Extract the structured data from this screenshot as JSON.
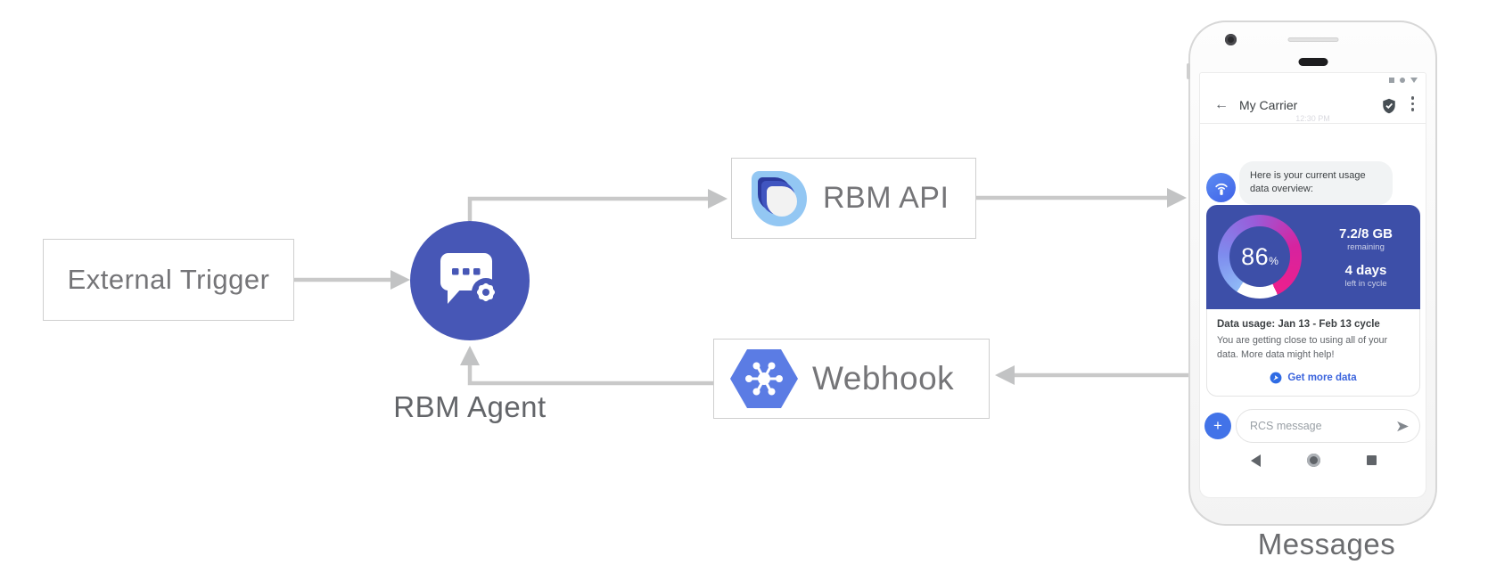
{
  "diagram": {
    "external_trigger": {
      "label": "External Trigger"
    },
    "rbm_agent": {
      "label": "RBM Agent",
      "icon": "chat-bubble-gear-icon",
      "color": "#4757b6"
    },
    "rbm_api": {
      "label": "RBM API",
      "icon": "rcs-droplet-logo"
    },
    "webhook": {
      "label": "Webhook",
      "icon": "cloud-hexagon-hub-logo",
      "color": "#5b7ce4"
    },
    "phone_caption": "Messages",
    "arrow_color": "#c9c9c9"
  },
  "phone": {
    "status_icons": [
      "square-icon",
      "circle-icon",
      "triangle-down-icon"
    ],
    "header": {
      "back_glyph": "←",
      "title": "My Carrier",
      "verified_icon": "shield-check-icon",
      "menu_icon": "kebab-menu-icon",
      "timestamp": "12:30 PM"
    },
    "agent_message": {
      "avatar_icon": "hotspot-wifi-icon",
      "text": "Here is your current usage data overview:"
    },
    "usage_card": {
      "gauge": {
        "percent": "86",
        "percent_symbol": "%",
        "remaining_value": "7.2/8 GB",
        "remaining_label": "remaining",
        "days_value": "4 days",
        "days_label": "left in cycle",
        "banner_color": "#3d4fa8",
        "arc_colors": [
          "#8fb9f6",
          "#9a5bd9",
          "#ee1f8c",
          "#ffffff"
        ]
      },
      "title": "Data usage: Jan 13 - Feb 13 cycle",
      "body": "You are getting close to using all of your data. More data might help!",
      "action_label": "Get more data",
      "action_icon": "data-globe-icon",
      "link_color": "#3b64dd"
    },
    "composer": {
      "plus_label": "+",
      "placeholder": "RCS message",
      "send_icon": "send-arrow-icon"
    },
    "nav_icons": [
      "back-triangle-icon",
      "home-circle-icon",
      "recents-square-icon"
    ]
  }
}
